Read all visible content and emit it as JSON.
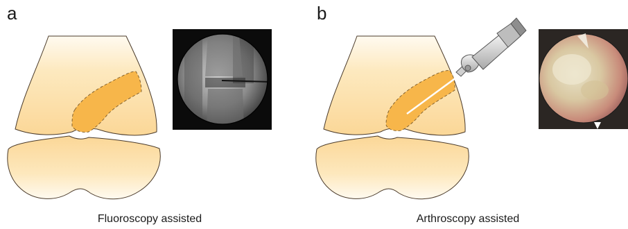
{
  "panels": [
    {
      "letter": "a",
      "caption": "Fluoroscopy assisted"
    },
    {
      "letter": "b",
      "caption": "Arthroscopy assisted"
    }
  ],
  "colors": {
    "bone_light": "#fdf1d6",
    "bone": "#fbd99b",
    "lesion": "#f7b64a",
    "outline": "#3a2e22",
    "xray_bg": "#0b0b0b",
    "scope_bg": "#2b2623"
  }
}
